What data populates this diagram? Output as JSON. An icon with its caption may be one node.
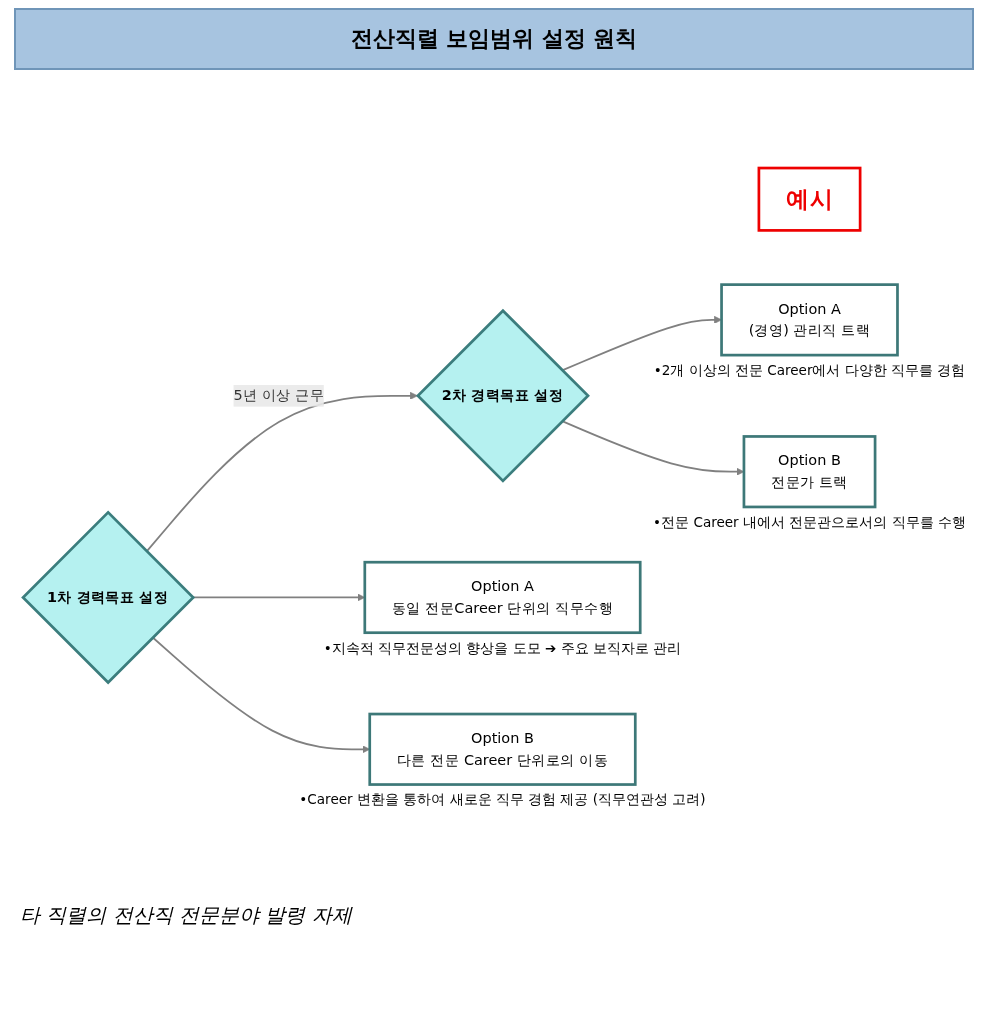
{
  "diagram": {
    "title": "전산직렬 보임범위 설정 원칙",
    "nodes": [
      {
        "text": [
          "예시"
        ]
      },
      {
        "text": [
          "Option A",
          "(경영) 관리직 트랙"
        ],
        "beside": [
          "•2개 이상의 전문 Career에서 다양한 직무를 경험"
        ]
      },
      {
        "text": [
          "2차 경력목표 설정"
        ]
      },
      {
        "text": [
          "Option B",
          "전문가 트랙"
        ],
        "beside": [
          "•전문 Career 내에서 전문관으로서의 직무를 수행"
        ]
      },
      {
        "text": [
          "Option A",
          "동일 전문Career 단위의 직무수행"
        ],
        "beside": [
          "•지속적 직무전문성의 향상을 도모 ➔ 주요 보직자로 관리"
        ]
      },
      {
        "text": [
          "1차 경력목표 설정"
        ]
      },
      {
        "text": [
          "Option B",
          "다른 전문 Career 단위로의 이동"
        ],
        "beside": [
          "•Career 변환을 통하여 새로운 직무 경험 제공 (직무연관성 고려)"
        ]
      }
    ],
    "edges": [
      {
        "from": 5,
        "to": 2,
        "arrow": "to",
        "label": "5년 이상 근무"
      },
      {
        "from": 2,
        "to": 1,
        "arrow": "to"
      },
      {
        "from": 2,
        "to": 3,
        "arrow": "to"
      },
      {
        "from": 5,
        "to": 4,
        "arrow": "to"
      },
      {
        "from": 5,
        "to": 6,
        "arrow": "to"
      }
    ],
    "labels": [
      "타 직렬의 전산직 전문분야 발령 자제"
    ]
  }
}
